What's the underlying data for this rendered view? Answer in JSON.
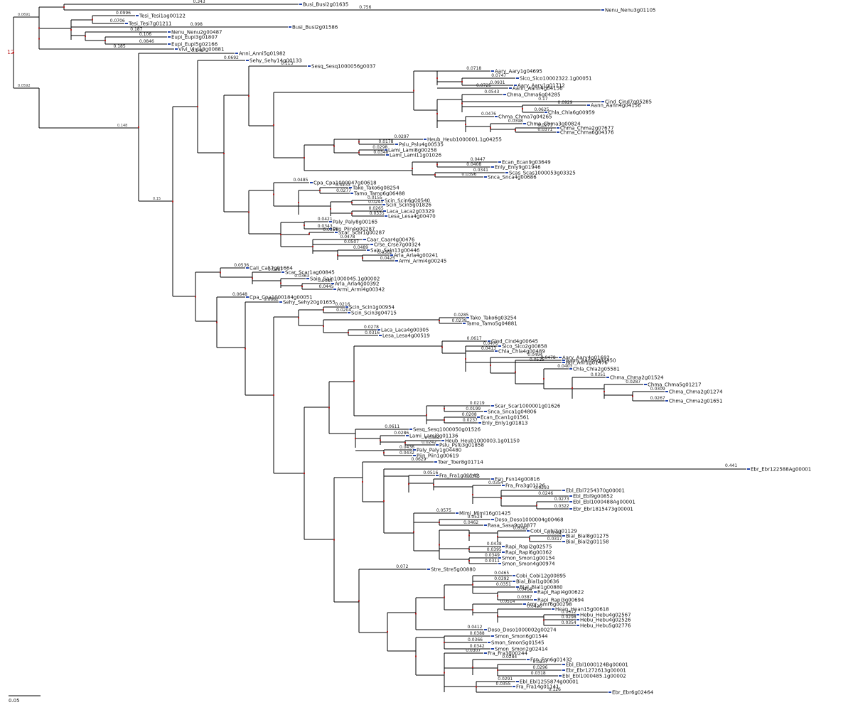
{
  "tree": {
    "root_label": "12",
    "scale_label": "0.05",
    "top_leaves": [
      {
        "name": "Busi_Busi2g01635",
        "bl": "0.343"
      },
      {
        "name": "Nenu_Nenu3g01105",
        "bl": "0.756"
      },
      {
        "name": "Tesi_Tesi1ag00122",
        "bl": "0.0996"
      },
      {
        "name": "Tesi_Tesi7g01211",
        "bl": "0.0706"
      },
      {
        "name": "Busi_Busi2g01586",
        "bl": "0.098"
      },
      {
        "name": "Nenu_Nenu2g00487",
        "bl": "0.187"
      },
      {
        "name": "Eupi_Eupi3g01807",
        "bl": "0.106"
      },
      {
        "name": "Eupi_Eupi5g02166",
        "bl": "0.0846"
      },
      {
        "name": "Vivi_Vivi13g00881",
        "bl": "0.185"
      }
    ],
    "clade_a": [
      {
        "name": "Anni_Anni5g01982",
        "bl": "0.148"
      },
      {
        "name": "Sehy_Sehy14g00133",
        "bl": "0.0692"
      },
      {
        "name": "Sesq_Sesq1000056g0037",
        "bl": "0.113"
      },
      {
        "name": "Aary_Aary1g04695",
        "bl": "0.0718"
      },
      {
        "name": "Sico_Sico10002322.1g00051",
        "bl": "0.0747"
      },
      {
        "name": "Aary_Aary1g01712",
        "bl": "0.0931"
      },
      {
        "name": "Aann_Aann4g04156",
        "bl": "0.0725"
      },
      {
        "name": "Chma_Chma6g04285",
        "bl": "0.0543"
      },
      {
        "name": "Cind_Cind7g05285",
        "bl": "0.17"
      },
      {
        "name": "Aann_Aann4g04156",
        "bl": "0.0929"
      },
      {
        "name": "Chla_Chla6g00959",
        "bl": "0.0625"
      },
      {
        "name": "Chma_Chma7g04265",
        "bl": "0.0476"
      },
      {
        "name": "Chma_Chma3g00824",
        "bl": "0.0398"
      },
      {
        "name": "Chma_Chma2g07677",
        "bl": "0.0271"
      },
      {
        "name": "Chma_Chma6g04376",
        "bl": "0.0371"
      },
      {
        "name": "Heub_Heub1000001.1g04255",
        "bl": "0.0297"
      },
      {
        "name": "Pslu_Pslu4g00535",
        "bl": "0.0178"
      },
      {
        "name": "Lami_Lami8g00258",
        "bl": "0.0298"
      },
      {
        "name": "Lami_Lami11g01026",
        "bl": "0.0348"
      },
      {
        "name": "Ecan_Ecan9g03649",
        "bl": "0.0447"
      },
      {
        "name": "Enly_Enly9g01946",
        "bl": "0.0408"
      },
      {
        "name": "Scas_Scas1000053g03325",
        "bl": "0.0341"
      },
      {
        "name": "Snca_Snca4g00686",
        "bl": "0.0396"
      }
    ],
    "clade_b": [
      {
        "name": "Cpa_Cpa1000047g00618",
        "bl": "0.0485"
      },
      {
        "name": "Tako_Tako6g08254",
        "bl": "0.0233"
      },
      {
        "name": "Tamo_Tamo6g06488",
        "bl": "0.0277"
      },
      {
        "name": "Scin_Scin6g00540",
        "bl": "0.0155"
      },
      {
        "name": "Scin_Scin5g01826",
        "bl": "0.0243"
      },
      {
        "name": "Laca_Laca2g03329",
        "bl": "0.0265"
      },
      {
        "name": "Lesa_Lesa4g00470",
        "bl": "0.0335"
      },
      {
        "name": "Paly_Paly8g00165",
        "bl": "0.0421"
      },
      {
        "name": "Piin_Piin4g00287",
        "bl": "0.0343"
      },
      {
        "name": "Scar_Scar1g00287",
        "bl": "0.0364"
      },
      {
        "name": "Caar_Caar4g00476",
        "bl": "0.0478"
      },
      {
        "name": "Crse_Crse7g00324",
        "bl": "0.0507"
      },
      {
        "name": "Sain_Sain13g00446",
        "bl": "0.0489"
      },
      {
        "name": "Arla_Arla4g00241",
        "bl": "0.0362"
      },
      {
        "name": "Armi_Armi4g00245",
        "bl": "0.0425"
      }
    ],
    "clade_c": [
      {
        "name": "Cali_Cali7g01664",
        "bl": "0.0536"
      },
      {
        "name": "Scar_Scar1ag00845",
        "bl": "0.0487"
      },
      {
        "name": "Sain_Sain1000045.1g00002",
        "bl": "0.0363"
      },
      {
        "name": "Arla_Arla4g00392",
        "bl": "0.0385"
      },
      {
        "name": "Armi_Armi4g00342",
        "bl": "0.0445"
      },
      {
        "name": "Cpa_Cpa1000184g00051",
        "bl": "0.0648"
      },
      {
        "name": "Sehy_Sehy20g01655",
        "bl": "0.0682"
      },
      {
        "name": "Scin_Scin1g00954",
        "bl": "0.0216"
      },
      {
        "name": "Scin_Scin3g04715",
        "bl": "0.0204"
      },
      {
        "name": "Tako_Tako6g03254",
        "bl": "0.0285"
      },
      {
        "name": "Tamo_Tamo5g04881",
        "bl": "0.0239"
      },
      {
        "name": "Laca_Laca4g00305",
        "bl": "0.0278"
      },
      {
        "name": "Lesa_Lesa4g00519",
        "bl": "0.0316"
      }
    ],
    "clade_d": [
      {
        "name": "Cind_Cind4g00645",
        "bl": "0.0617"
      },
      {
        "name": "Sico_Sico2g00858",
        "bl": "0.0476"
      },
      {
        "name": "Chla_Chla4g00489",
        "bl": "0.0413"
      },
      {
        "name": "Aary_Aary4g01692",
        "bl": "0.0494"
      },
      {
        "name": "Anr_Anr1g01476",
        "bl": "0.0525"
      },
      {
        "name": "Aann_Aann4g01450",
        "bl": "0.0478"
      },
      {
        "name": "Chla_Chla2g05581",
        "bl": "0.0403"
      },
      {
        "name": "Chma_Chma2g01524",
        "bl": "0.0351"
      },
      {
        "name": "Chma_Chma5g01217",
        "bl": "0.0287"
      },
      {
        "name": "Chma_Chma2g01274",
        "bl": "0.0309"
      },
      {
        "name": "Chma_Chma2g01651",
        "bl": "0.0267"
      },
      {
        "name": "Scar_Scar1000001g01626",
        "bl": "0.0219"
      },
      {
        "name": "Snca_Snca1g04806",
        "bl": "0.0199"
      },
      {
        "name": "Ecan_Ecan1g01561",
        "bl": "0.0208"
      },
      {
        "name": "Enly_Enly1g01813",
        "bl": "0.0237"
      },
      {
        "name": "Sesq_Sesq1000050g01526",
        "bl": "0.0611"
      },
      {
        "name": "Lami_Lami8g01136",
        "bl": "0.0286"
      },
      {
        "name": "Heub_Heub1000003.1g01150",
        "bl": "0.0364"
      },
      {
        "name": "Pslu_Pslu3g01858",
        "bl": "0.0242"
      },
      {
        "name": "Paly_Paly1g04480",
        "bl": "0.0436"
      },
      {
        "name": "Piin_Piin1g00619",
        "bl": "0.0432"
      }
    ],
    "clade_e": [
      {
        "name": "Toer_Toer8g01714",
        "bl": "0.0629"
      },
      {
        "name": "Ebr_Ebr122588Ag00001",
        "bl": "0.441"
      },
      {
        "name": "Fra_Fra1g01142",
        "bl": "0.0516"
      },
      {
        "name": "Fsn_Fsn14g00816",
        "bl": "0.0375"
      },
      {
        "name": "Fra_Fra3g01126",
        "bl": "0.0354"
      },
      {
        "name": "Ebl_Ebl7254370g00001",
        "bl": "0.0293"
      },
      {
        "name": "Ebl_Ebl9g00852",
        "bl": "0.0246"
      },
      {
        "name": "Ebl_Ebl1000488Ag00001",
        "bl": "0.0273"
      },
      {
        "name": "Ebr_Ebr1815473g00001",
        "bl": "0.0322"
      },
      {
        "name": "Mimi_Mimi16g01425",
        "bl": "0.0575"
      },
      {
        "name": "Doso_Doso1000004g00468",
        "bl": "0.0524"
      },
      {
        "name": "Rasa_Sasa9g00877",
        "bl": "0.0462"
      },
      {
        "name": "Cobi_Cobi3g01129",
        "bl": "0.0382"
      },
      {
        "name": "Bial_Bial8g01275",
        "bl": "0.0361"
      },
      {
        "name": "Bial_Bial2g01158",
        "bl": "0.0317"
      },
      {
        "name": "Rapi_Rapi2g02575",
        "bl": "0.0438"
      },
      {
        "name": "Rapi_Rapi6g00362",
        "bl": "0.0395"
      },
      {
        "name": "Smon_Smon1g00154",
        "bl": "0.0349"
      },
      {
        "name": "Smon_Smon4g00974",
        "bl": "0.0311"
      }
    ],
    "clade_f": [
      {
        "name": "Stre_Stre5g00880",
        "bl": "0.072"
      },
      {
        "name": "Cobi_Cobi12g00895",
        "bl": "0.0465"
      },
      {
        "name": "Bial_Bial1g00636",
        "bl": "0.0392"
      },
      {
        "name": "Bial_Bial1g00880",
        "bl": "0.0351"
      },
      {
        "name": "Rapi_Rapi4g00622",
        "bl": "0.0416"
      },
      {
        "name": "Rapi_Rapi3g00694",
        "bl": "0.0387"
      },
      {
        "name": "Amr_Amr6g00298",
        "bl": "0.0514"
      },
      {
        "name": "Hean_Hean15g00618",
        "bl": "0.0426"
      },
      {
        "name": "Hebu_Hebu4g02567",
        "bl": "0.0312"
      },
      {
        "name": "Hebu_Hebu4g02526",
        "bl": "0.0298"
      },
      {
        "name": "Hebu_Hebu5g02776",
        "bl": "0.0354"
      },
      {
        "name": "Doso_Doso1000002g00274",
        "bl": "0.0412"
      },
      {
        "name": "Smon_Smon6g01544",
        "bl": "0.0388"
      },
      {
        "name": "Smon_Smon5g01545",
        "bl": "0.0366"
      },
      {
        "name": "Smon_Smon2g02414",
        "bl": "0.0342"
      },
      {
        "name": "Fra_Fra3g00244",
        "bl": "0.0307"
      },
      {
        "name": "Fsn_Fsn6g01432",
        "bl": "0.0284"
      },
      {
        "name": "Ebl_Ebl1000124Bg00001",
        "bl": "0.0337"
      },
      {
        "name": "Ebr_Ebr1272613g00001",
        "bl": "0.0296"
      },
      {
        "name": "Ebl_Ebl1000485.1g00002",
        "bl": "0.0318"
      },
      {
        "name": "Ebl_Ebl1255874g00001",
        "bl": "0.0291"
      },
      {
        "name": "Fra_Fra14g01141",
        "bl": "0.0355"
      },
      {
        "name": "Ebr_Ebr6g02464",
        "bl": "0.126"
      }
    ]
  }
}
